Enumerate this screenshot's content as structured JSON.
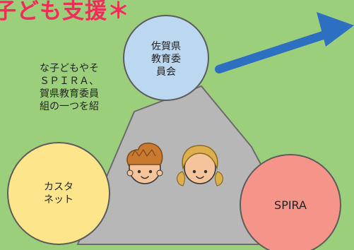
{
  "title": "子ども支援＊",
  "description_lines": [
    "な子どもやそ",
    "ＳＰＩＲＡ、",
    "賀県教育委員",
    "組の一つを紹"
  ],
  "nodes": {
    "education_board": {
      "label": "佐賀県\n教育委\n員会",
      "color": "#bcd7f0"
    },
    "custanet": {
      "label": "カスタ\nネット",
      "color": "#fde58b"
    },
    "spira": {
      "label": "SPIRA",
      "color": "#f5958a"
    }
  },
  "colors": {
    "background": "#9ccf7c",
    "title": "#ef2d5a",
    "arrow": "#2d6fc0",
    "triangle": "#b7b7b7"
  }
}
